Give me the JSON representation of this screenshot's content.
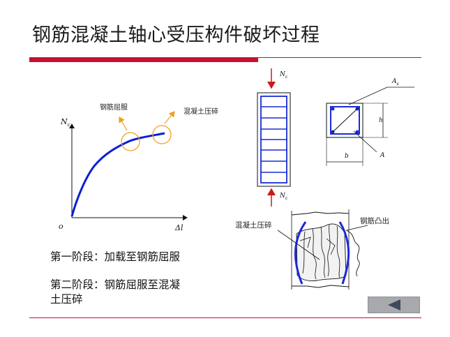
{
  "slide": {
    "title": "钢筋混凝土轴心受压构件破坏过程"
  },
  "graph": {
    "y_label": "N",
    "y_label_sub": "c",
    "x_label": "Δl",
    "origin_label": "o",
    "callout_yield": "钢筋屈服",
    "callout_crush": "混凝土压碎"
  },
  "column_figure": {
    "load_top": "N",
    "load_top_sub": "c",
    "load_bottom": "N",
    "load_bottom_sub": "c"
  },
  "section_figure": {
    "steel_area": "A",
    "steel_area_sub": "s",
    "height": "h",
    "width": "b",
    "area": "A"
  },
  "failure_figure": {
    "label_concrete": "混凝土压碎",
    "label_rebar": "钢筋凸出"
  },
  "stages": {
    "stage1": "第一阶段：加载至钢筋屈服",
    "stage2_line1": "第二阶段：钢筋屈服至混凝",
    "stage2_line2": "土压碎"
  },
  "nav": {
    "back_icon": "triangle-left-icon"
  },
  "colors": {
    "accent_red": "#c8102e",
    "curve_blue": "#0a1fd6",
    "callout_orange": "#f0a020",
    "button_gray": "#a7a9ac"
  }
}
